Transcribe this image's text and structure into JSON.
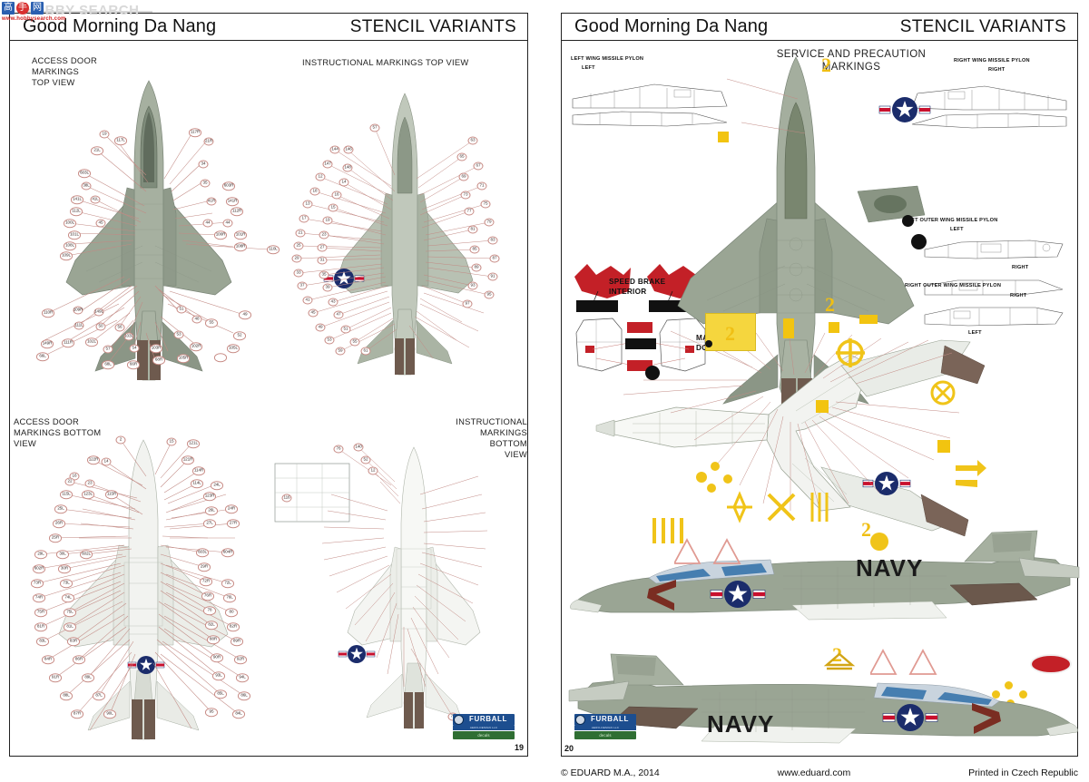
{
  "watermark": {
    "text": "HOBBY SEARCH",
    "url": "www.hobbysearch.com",
    "cn1": "高",
    "cn2": "手",
    "cn3": "网"
  },
  "left_page": {
    "header": {
      "title": "Good Morning Da Nang",
      "subtitle": "STENCIL VARIANTS"
    },
    "sections": [
      {
        "id": "access-door-top",
        "label": "ACCESS DOOR\nMARKINGS\nTOP VIEW"
      },
      {
        "id": "instructional-top",
        "label": "INSTRUCTIONAL MARKINGS TOP VIEW"
      },
      {
        "id": "access-door-bottom",
        "label": "ACCESS DOOR\nMARKINGS BOTTOM\nVIEW"
      },
      {
        "id": "instructional-bottom",
        "label": "INSTRUCTIONAL\nMARKINGS\nBOTTOM\nVIEW"
      }
    ],
    "page_number": "19",
    "logo": {
      "top": "FURBALL",
      "sub": "AERO-DESIGN LLC",
      "bottom": "decals"
    }
  },
  "right_page": {
    "header": {
      "title": "Good Morning Da Nang",
      "subtitle": "STENCIL VARIANTS"
    },
    "main_caption": "SERVICE AND PRECAUTION\nMARKINGS",
    "pylons": [
      {
        "title": "LEFT WING MISSILE PYLON",
        "side_a": "LEFT",
        "side_b": ""
      },
      {
        "title": "RIGHT WING MISSILE PYLON",
        "side_a": "RIGHT",
        "side_b": ""
      },
      {
        "title": "LEFT OUTER WING MISSILE PYLON",
        "side_a": "LEFT",
        "side_b": "RIGHT"
      },
      {
        "title": "RIGHT OUTER WING MISSILE PYLON",
        "side_a": "RIGHT",
        "side_b": "LEFT"
      }
    ],
    "detail_labels": [
      {
        "id": "speed-brake",
        "label": "SPEED\nBRAKE\nINTERIOR"
      },
      {
        "id": "main-gear-doors",
        "label": "MAIN\nGEAR\nDOORS"
      }
    ],
    "side_views": [
      {
        "id": "side-view-left",
        "marking": "NAVY",
        "number": "2"
      },
      {
        "id": "side-view-right",
        "marking": "NAVY",
        "number": "2"
      }
    ],
    "plan_number": "2",
    "page_number": "20",
    "logo": {
      "top": "FURBALL",
      "sub": "AERO-DESIGN LLC",
      "bottom": "decals"
    }
  },
  "footer": {
    "copyright": "© EDUARD M.A., 2014",
    "website": "www.eduard.com",
    "printed": "Printed in Czech Republic"
  },
  "colors": {
    "airframe": "#9aa594",
    "airframe_dark": "#7f8c7b",
    "airframe_light": "#c3cbbe",
    "underside": "#e9ebe8",
    "leader": "#c28a84",
    "callout_border": "#c88c86",
    "yellow": "#f0c419",
    "red": "#c32027",
    "roundel_blue": "#1b2c6b",
    "roundel_red": "#c8102e",
    "metal": "#6e5a4e",
    "canopy": "#4f7fa8",
    "page_border": "#222222"
  },
  "callouts_top_left": [
    "19",
    "117L",
    "21L",
    "117R",
    "21R",
    "34",
    "603L",
    "35",
    "603R",
    "38L",
    "38R",
    "141L",
    "41L",
    "41R",
    "141R",
    "112L",
    "112R",
    "100L",
    "45",
    "44",
    "44",
    "101R",
    "100R",
    "101L",
    "108L",
    "108R",
    "109L",
    "110L",
    "110R",
    "109R",
    "149L",
    "51",
    "49",
    "149R",
    "111L",
    "50",
    "48",
    "53",
    "56",
    "52",
    "111R",
    "102L",
    "103L",
    "55",
    "57",
    "54",
    "103R",
    "102R",
    "105L",
    "66L",
    "68L",
    "66R",
    "68R",
    "105R"
  ],
  "callouts_top_right": [
    "57",
    "144",
    "146",
    "147",
    "148",
    "12",
    "14",
    "18",
    "16",
    "13",
    "15",
    "17",
    "19",
    "21",
    "23",
    "25",
    "27",
    "29",
    "31",
    "33",
    "35",
    "37",
    "39",
    "41",
    "43",
    "45",
    "47",
    "49",
    "51",
    "53",
    "55",
    "59",
    "61",
    "63",
    "65",
    "67",
    "69",
    "71",
    "73",
    "75",
    "77",
    "79",
    "81",
    "83",
    "85",
    "87",
    "89",
    "91",
    "93",
    "95",
    "97"
  ],
  "callouts_bottom_left": [
    "2",
    "15",
    "121L",
    "122R",
    "16",
    "14",
    "121R",
    "22",
    "114R",
    "23",
    "114L",
    "24L",
    "115L",
    "123L",
    "115R",
    "123R",
    "25L",
    "24R",
    "26R",
    "26L",
    "25R",
    "27R",
    "27L",
    "29L",
    "30L",
    "602L",
    "603L",
    "604R",
    "602R",
    "30R",
    "29R",
    "73R",
    "73L",
    "72R",
    "72L",
    "74R",
    "74L",
    "76R",
    "76L",
    "75R",
    "75L",
    "78",
    "80",
    "81R",
    "81L",
    "82L",
    "82R",
    "83L",
    "83R",
    "88R",
    "89R",
    "84R",
    "86R",
    "90R",
    "92R",
    "91R",
    "89L",
    "93L",
    "94L",
    "88L",
    "87L",
    "85L",
    "86L",
    "87R",
    "90L",
    "95",
    "84L",
    "96L"
  ],
  "callouts_bottom_right": [
    "76",
    "140",
    "52",
    "12",
    "116",
    "77"
  ],
  "chart_data": null
}
